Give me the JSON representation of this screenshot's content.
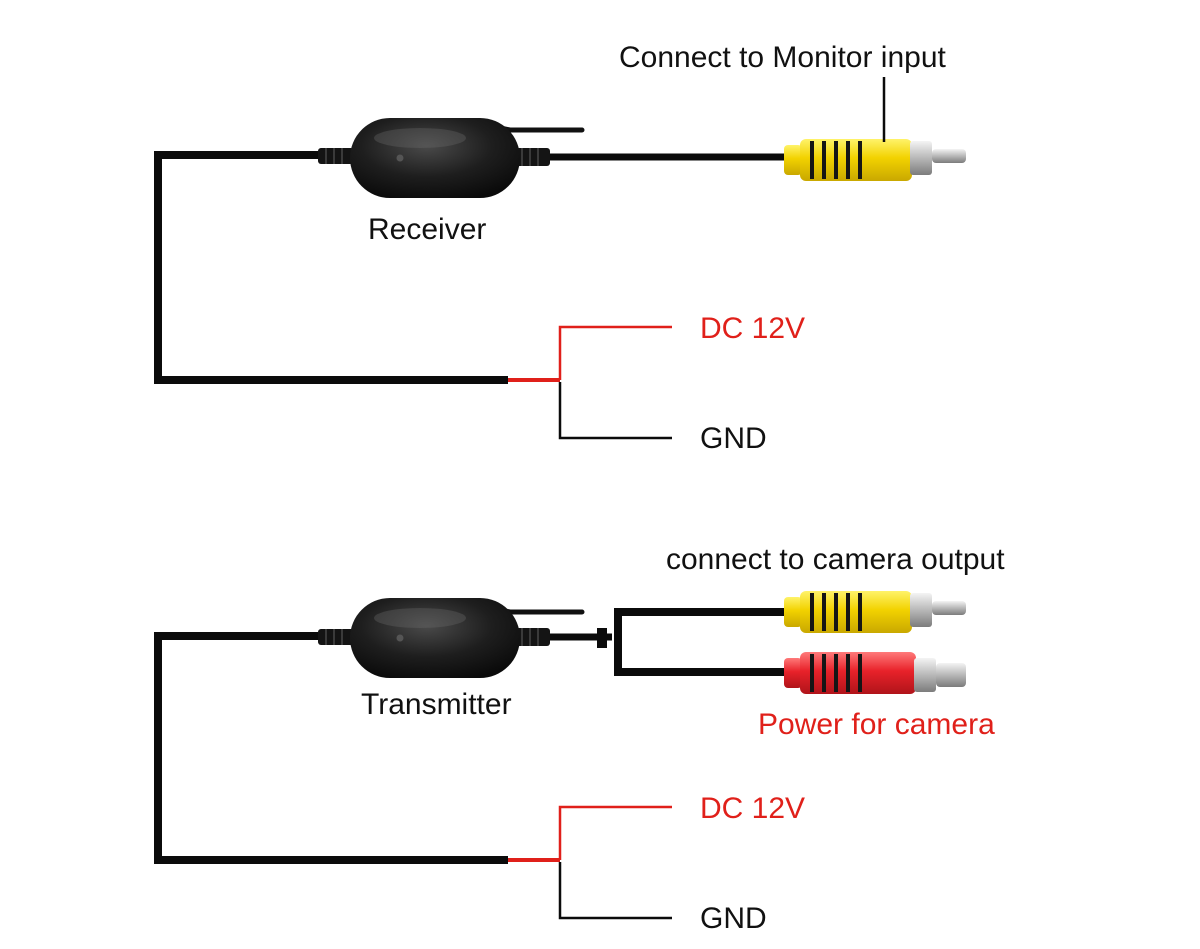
{
  "colors": {
    "wire": "#0b0b0b",
    "power_wire": "#e0201a",
    "rca_video": "#f2d200",
    "dc_power": "#e8222a",
    "red_label": "#e0201a",
    "black_label": "#111111"
  },
  "receiver": {
    "name": "Receiver",
    "output_label": "Connect to Monitor input",
    "power_label": "DC 12V",
    "ground_label": "GND"
  },
  "transmitter": {
    "name": "Transmitter",
    "video_label": "connect to camera output",
    "camera_power_label": "Power for camera",
    "power_label": "DC 12V",
    "ground_label": "GND"
  }
}
